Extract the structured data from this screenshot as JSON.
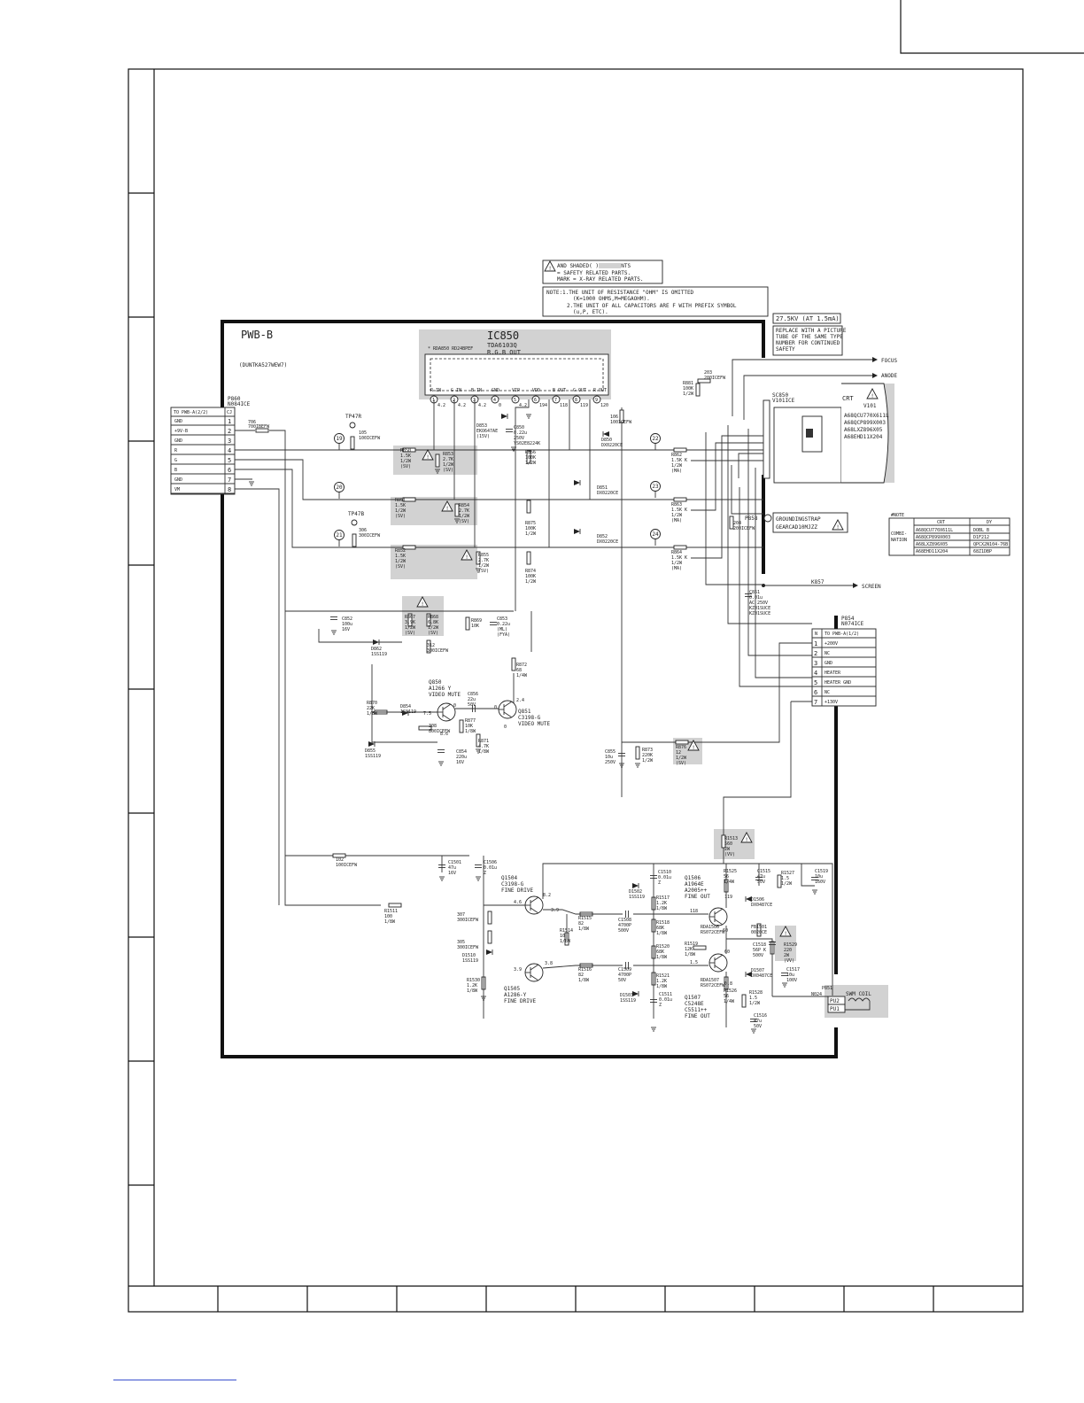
{
  "board": {
    "title": "PWB-B",
    "code": "(DUNTKA527WEW7)"
  },
  "ic850": {
    "ref": "IC850",
    "part": "TDA6103Q",
    "desc": "R.G.B OUT",
    "note": "* RDA850 RD24BPEF",
    "pins": [
      "R IN",
      "G IN",
      "B IN",
      "GND",
      "VIP",
      "VDD",
      "B OUT",
      "G OUT",
      "R OUT"
    ],
    "pin_numbers": [
      "1",
      "2",
      "3",
      "4",
      "5",
      "6",
      "7",
      "8",
      "9"
    ],
    "voltages": [
      "4.2",
      "4.2",
      "4.2",
      "0",
      "4.2",
      "194",
      "118",
      "119",
      "120"
    ]
  },
  "legend_box": {
    "line1": "AND SHADED(        )COMPONENTS",
    "line2": "= SAFETY RELATED PARTS.",
    "line3": "MARK = X-RAY RELATED PARTS."
  },
  "note_box": {
    "line1": "NOTE:1.THE UNIT OF RESISTANCE \"OHM\" IS OMITTED",
    "line2": "(K=1000 OHMS,M=MEGAOHM).",
    "line3": "2.THE UNIT OF ALL CAPACITORS ARE F WITH PREFIX SYMBOL",
    "line4": "(u,P, ETC)."
  },
  "hv_box": {
    "text": "27.5KV (AT 1.5mA)"
  },
  "replace_box": {
    "line1": "REPLACE WITH A PICTURE",
    "line2": "TUBE OF THE SAME TYPE",
    "line3": "NUMBER FOR CONTINUED",
    "line4": "SAFETY"
  },
  "crt": {
    "label": "CRT",
    "part": "V101",
    "models": [
      "A68QCU770X611L",
      "A68QCP899X003",
      "A68LXZ896X05",
      "A68EHD11X204"
    ]
  },
  "outputs": {
    "focus": "FOCUS",
    "anode": "ANODE",
    "screen": "SCREEN"
  },
  "connector_left": {
    "ref": "P860",
    "part": "N084ICE",
    "header": "TO PWB-A(2/2)",
    "code": "CJ",
    "signals": [
      "GND",
      "+9V-B",
      "GND",
      "R",
      "G",
      "B",
      "GND",
      "VM"
    ],
    "pins": [
      "1",
      "2",
      "3",
      "4",
      "5",
      "6",
      "7",
      "8"
    ]
  },
  "connector_right": {
    "ref": "P854",
    "part": "N074ICE",
    "header_n": "N",
    "header": "TO PWB-A(1/2)",
    "signals": [
      "+200V",
      "NC",
      "GND",
      "HEATER",
      "HEATER GND",
      "NC",
      "+130V"
    ],
    "pins": [
      "1",
      "2",
      "3",
      "4",
      "5",
      "6",
      "7"
    ]
  },
  "socket": {
    "ref": "SC850",
    "part": "V101ICE"
  },
  "ground_strap": {
    "ref": "P858",
    "line1": "GROUNDINGSTRAP",
    "line2": "GEARCAD10MJZZ"
  },
  "k857": "K857",
  "swm_coil": {
    "label": "SWM COIL",
    "ref1": "PU2",
    "ref2": "PU1",
    "p": "P851",
    "p_part": "N024"
  },
  "combination_table": {
    "title": "#NOTE",
    "side1": "COMBI-",
    "side2": "NATION",
    "headers": [
      "CRT",
      "DY"
    ],
    "rows": [
      [
        "A68QCU770X611L",
        "DOBL B"
      ],
      [
        "A68QCP899X003",
        "D1F212"
      ],
      [
        "A68LXZ896X05",
        "QPCX2N104-76B"
      ],
      [
        "A68EHD11X204",
        "68Z1DBP"
      ]
    ]
  },
  "resistors": {
    "r850": {
      "ref": "R850",
      "v1": "1.5K",
      "v2": "1/2W",
      "v3": "(SV)"
    },
    "r851": {
      "ref": "R851",
      "v1": "1.5K",
      "v2": "1/2W",
      "v3": "(SV)"
    },
    "r852": {
      "ref": "R852",
      "v1": "1.5K",
      "v2": "1/2W",
      "v3": "(SV)"
    },
    "r853": {
      "ref": "R853",
      "v1": "2.7K",
      "v2": "1/2W",
      "v3": "(SV)"
    },
    "r854": {
      "ref": "R854",
      "v1": "2.7K",
      "v2": "1/2W",
      "v3": "(SV)"
    },
    "r855": {
      "ref": "R855",
      "v1": "2.7K",
      "v2": "1/2W",
      "v3": "(SV)"
    },
    "r856": {
      "ref": "R856",
      "v1": "100K",
      "v2": "1/2W"
    },
    "r875": {
      "ref": "R875",
      "v1": "100K",
      "v2": "1/2W"
    },
    "r874": {
      "ref": "R874",
      "v1": "100K",
      "v2": "1/2W"
    },
    "r862": {
      "ref": "R862",
      "v1": "1.5K K",
      "v2": "1/2W",
      "v3": "(MA)"
    },
    "r863": {
      "ref": "R863",
      "v1": "1.5K K",
      "v2": "1/2W",
      "v3": "(MA)"
    },
    "r864": {
      "ref": "R864",
      "v1": "1.5K K",
      "v2": "1/2W",
      "v3": "(MA)"
    },
    "r881": {
      "ref": "R881",
      "v1": "100K",
      "v2": "1/2W"
    },
    "r867": {
      "ref": "R867",
      "v1": "3.9K",
      "v2": "1/2W",
      "v3": "(SV)"
    },
    "r868": {
      "ref": "R868",
      "v1": "6.8K",
      "v2": "1/2W",
      "v3": "(SV)"
    },
    "r869": {
      "ref": "R869",
      "v1": "10K"
    },
    "r872": {
      "ref": "R872",
      "v1": "68",
      "v2": "1/4W"
    },
    "r870": {
      "ref": "R870",
      "v1": "22K",
      "v2": "1/8W"
    },
    "r877": {
      "ref": "R877",
      "v1": "10K",
      "v2": "1/8W"
    },
    "r871": {
      "ref": "R871",
      "v1": "4.7K",
      "v2": "1/8W"
    },
    "r873": {
      "ref": "R873",
      "v1": "220K",
      "v2": "1/2W"
    },
    "r876": {
      "ref": "R876",
      "v1": "12",
      "v2": "1/2W",
      "v3": "(SV)"
    },
    "r1513": {
      "ref": "R1513",
      "v1": "560",
      "v2": "2W",
      "v3": "(VV)"
    },
    "r1511": {
      "ref": "R1511",
      "v1": "100",
      "v2": "1/8W"
    },
    "r1515": {
      "ref": "R1515",
      "v1": "82",
      "v2": "1/8W"
    },
    "r1514": {
      "ref": "R1514",
      "v1": "10",
      "v2": "1/8W"
    },
    "r1516": {
      "ref": "R1516",
      "v1": "82",
      "v2": "1/8W"
    },
    "r1530": {
      "ref": "R1530",
      "v1": "1.2K",
      "v2": "1/8W"
    },
    "r1517": {
      "ref": "R1517",
      "v1": "1.2K",
      "v2": "1/8W"
    },
    "r1518": {
      "ref": "R1518",
      "v1": "68K",
      "v2": "1/8W"
    },
    "r1520": {
      "ref": "R1520",
      "v1": "68K",
      "v2": "1/8W"
    },
    "r1521": {
      "ref": "R1521",
      "v1": "1.2K",
      "v2": "1/8W"
    },
    "r1519": {
      "ref": "R1519",
      "v1": "12K",
      "v2": "1/8W"
    },
    "r1525": {
      "ref": "R1525",
      "v1": "56",
      "v2": "1/4W"
    },
    "r1527": {
      "ref": "R1527",
      "v1": "1.5",
      "v2": "1/2W"
    },
    "r1529": {
      "ref": "R1529",
      "v1": "220",
      "v2": "2W",
      "v3": "(VV)"
    },
    "r1526": {
      "ref": "R1526",
      "v1": "56",
      "v2": "1/4W"
    },
    "r1528": {
      "ref": "R1528",
      "v1": "1.5",
      "v2": "1/2W"
    }
  },
  "capacitors": {
    "c850": {
      "ref": "C850",
      "v1": "0.22u",
      "v2": "250V",
      "v3": "YS02E8224K"
    },
    "c851": {
      "ref": "C851",
      "v1": "0.01u",
      "v2": "AC 250V",
      "v3": "KZ01SUCE",
      "v4": "KZ01SUCE"
    },
    "c852": {
      "ref": "C852",
      "v1": "100u",
      "v2": "16V"
    },
    "c853": {
      "ref": "C853",
      "v1": "0.22u",
      "v2": "(ML)",
      "v3": "(FYA)"
    },
    "c856": {
      "ref": "C856",
      "v1": "22u",
      "v2": "50V"
    },
    "c854": {
      "ref": "C854",
      "v1": "220u",
      "v2": "16V"
    },
    "c855": {
      "ref": "C855",
      "v1": "10u",
      "v2": "250V"
    },
    "c1501": {
      "ref": "C1501",
      "v1": "47u",
      "v2": "16V"
    },
    "c1506": {
      "ref": "C1506",
      "v1": "0.01u",
      "v2": "Z"
    },
    "c1508": {
      "ref": "C1508",
      "v1": "4700P",
      "v2": "500V"
    },
    "c1509": {
      "ref": "C1509",
      "v1": "4700P",
      "v2": "50V"
    },
    "c1510": {
      "ref": "C1510",
      "v1": "0.01u",
      "v2": "Z"
    },
    "c1511": {
      "ref": "C1511",
      "v1": "0.01u",
      "v2": "Z"
    },
    "c1515": {
      "ref": "C1515",
      "v1": "47u",
      "v2": "50V"
    },
    "c1519": {
      "ref": "C1519",
      "v1": "10u",
      "v2": "160V"
    },
    "c1518": {
      "ref": "C1518",
      "v1": "56P K",
      "v2": "500V"
    },
    "c1517": {
      "ref": "C1517",
      "v1": "10u",
      "v2": "100V"
    },
    "c1516": {
      "ref": "C1516",
      "v1": "47u",
      "v2": "50V"
    }
  },
  "diodes": {
    "d850": {
      "ref": "D850",
      "v1": "DX0220CE"
    },
    "d851": {
      "ref": "D851",
      "v1": "DX0220CE"
    },
    "d852": {
      "ref": "D852",
      "v1": "DX0220CE"
    },
    "d853": {
      "ref": "D853",
      "v1": "EKO647AE",
      "v2": "(15V)"
    },
    "d862": {
      "ref": "D862",
      "v1": "1SS119"
    },
    "d854": {
      "ref": "D854",
      "v1": "1SS119"
    },
    "d855": {
      "ref": "D855",
      "v1": "1SS119"
    },
    "d1502": {
      "ref": "D1502",
      "v1": "1SS119"
    },
    "d1503": {
      "ref": "D1503",
      "v1": "1SS119"
    },
    "d1510": {
      "ref": "D1510",
      "v1": "1SS119"
    },
    "d1506": {
      "ref": "D1506",
      "v1": "DX0487CE"
    },
    "d1507": {
      "ref": "D1507",
      "v1": "DX0487CE"
    }
  },
  "coils": {
    "c105": {
      "ref": "105",
      "v1": "100ICEFW"
    },
    "c306": {
      "ref": "306",
      "v1": "300ICEFW"
    },
    "c706": {
      "ref": "706",
      "v1": "700IBEFW"
    },
    "c203": {
      "ref": "203",
      "v1": "200ICEFW"
    },
    "c204": {
      "ref": "204",
      "v1": "200ICEFW"
    },
    "c106": {
      "ref": "106",
      "v1": "100ICEFW"
    },
    "c312": {
      "ref": "312",
      "v1": "300ICEFW"
    },
    "c308": {
      "ref": "308",
      "v1": "800ICEFW"
    },
    "c102": {
      "ref": "102",
      "v1": "100ICEFW"
    },
    "c307": {
      "ref": "307",
      "v1": "300ICEFW"
    },
    "c305": {
      "ref": "305",
      "v1": "300ICEFW"
    },
    "fb1501": {
      "ref": "FB1501",
      "v1": "0020CE"
    }
  },
  "transistors": {
    "q850": {
      "ref": "Q850",
      "v1": "A1266 Y",
      "v2": "VIDEO MUTE"
    },
    "q851": {
      "ref": "Q851",
      "v1": "C3198-G",
      "v2": "VIDEO MUTE"
    },
    "q1504": {
      "ref": "Q1504",
      "v1": "C3198-G",
      "v2": "FINE DRIVE"
    },
    "q1505": {
      "ref": "Q1505",
      "v1": "A1286-Y",
      "v2": "FINE DRIVE"
    },
    "q1506": {
      "ref": "Q1506",
      "v1": "A1964E",
      "v2": "A2005++",
      "v3": "FINE OUT",
      "v4": "RDA1506",
      "v5": "RS072CEFW"
    },
    "q1507": {
      "ref": "Q1507",
      "v1": "C5248E",
      "v2": "C5511++",
      "v3": "FINE OUT",
      "v4": "RDA1507",
      "v5": "RS072CEFW"
    }
  },
  "test_points": {
    "tp47r": "TP47R",
    "tp47b": "TP47B"
  },
  "markers": [
    "19",
    "20",
    "21",
    "22",
    "23",
    "24"
  ],
  "voltages": {
    "q850_b": "7.5",
    "q850_c": "0",
    "q850_e": "8.6",
    "q851_c": "2.4",
    "q851_b": "0",
    "q851_e": "0",
    "q1504_c": "8.2",
    "q1504_b": "4.6",
    "q1504_e": "3.9",
    "q1505_b": "3.9",
    "q1505_e": "3.8",
    "q1506_b": "118",
    "q1506_c": "119",
    "q1506_e": "60",
    "q1507_b": "1.5",
    "q1507_e": "0.8",
    "q1507_c": "60"
  },
  "grid": {
    "rows": [
      "",
      "",
      "",
      "",
      "",
      "",
      "",
      "",
      "",
      "",
      ""
    ],
    "cols": [
      "",
      "",
      "",
      "",
      "",
      "",
      "",
      "",
      "",
      ""
    ]
  }
}
